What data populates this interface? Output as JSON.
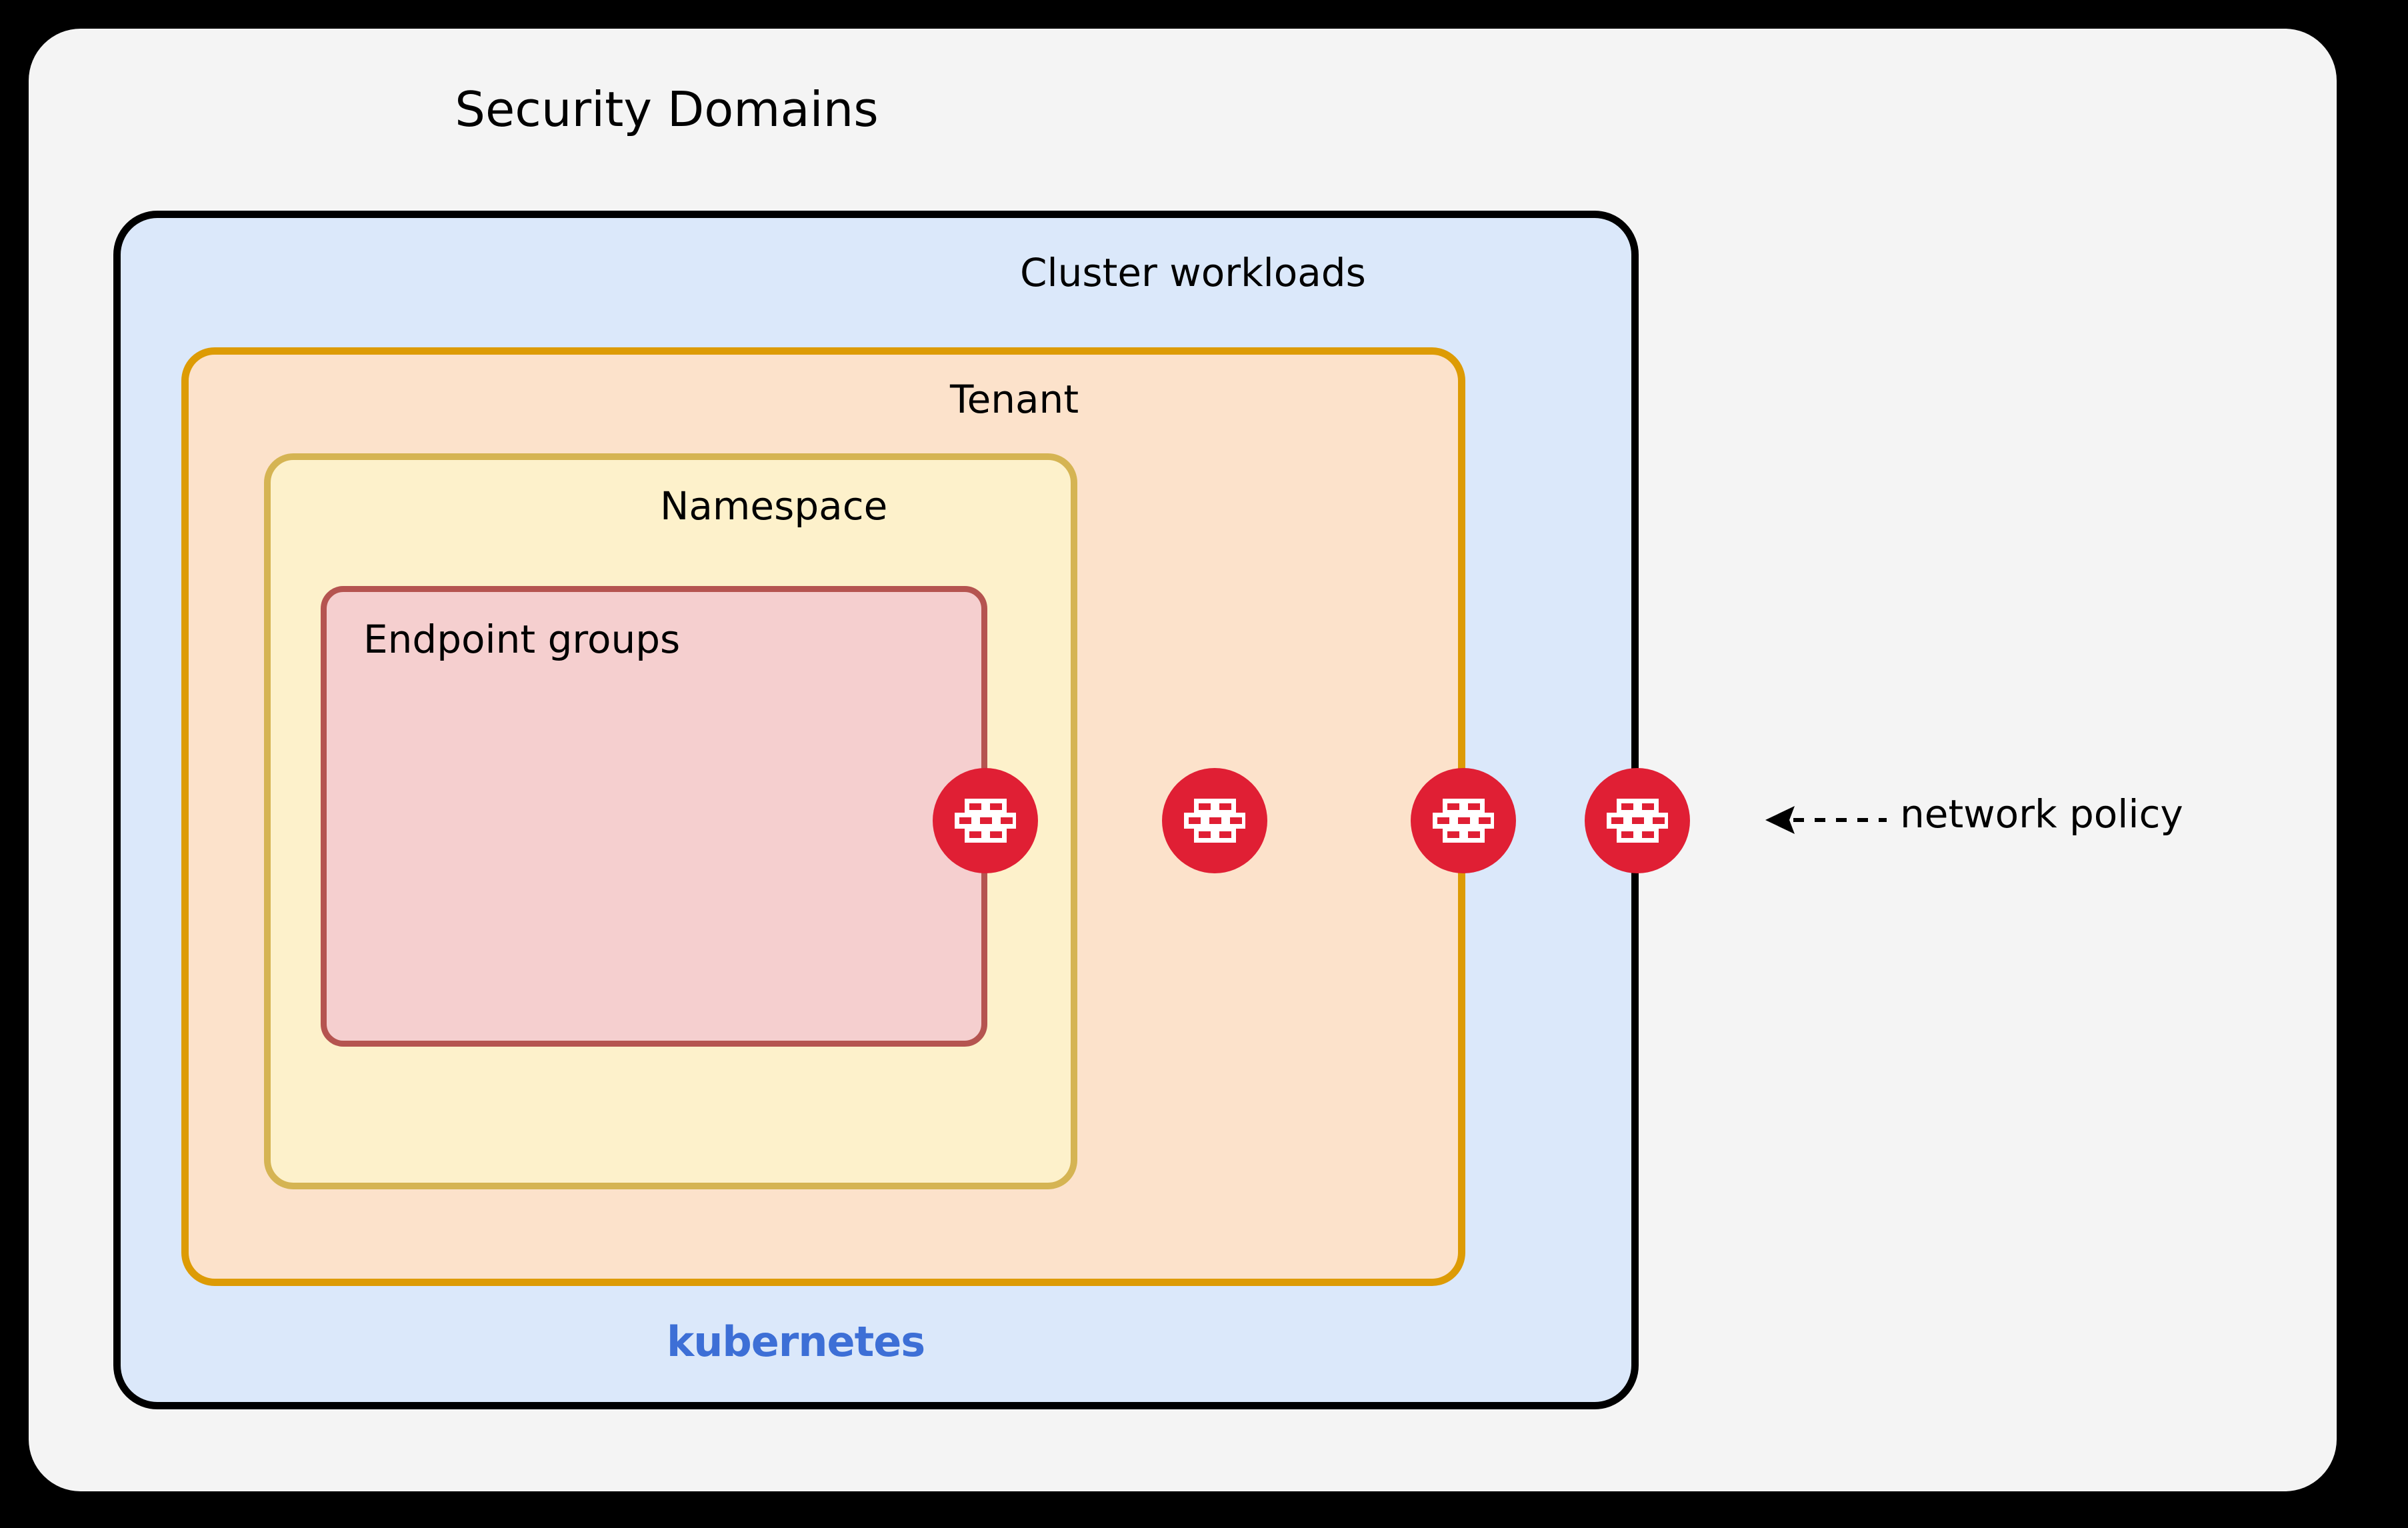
{
  "diagram": {
    "title": "Security Domains",
    "background_color": "#000000",
    "panel_color": "#f4f4f4",
    "layers": [
      {
        "key": "cluster",
        "label": "Cluster workloads",
        "fill": "#dbe8fa",
        "stroke": "#000000"
      },
      {
        "key": "tenant",
        "label": "Tenant",
        "fill": "#fce2cb",
        "stroke": "#dd9b05"
      },
      {
        "key": "namespace",
        "label": "Namespace",
        "fill": "#fdf1cb",
        "stroke": "#d5b453"
      },
      {
        "key": "endpoint",
        "label": "Endpoint groups",
        "fill": "#f5cfcf",
        "stroke": "#b55450"
      }
    ],
    "brand": {
      "label": "kubernetes",
      "color": "#3d6fd6"
    },
    "annotation": {
      "label": "network policy",
      "arrow_style": "dashed-left-arrow",
      "icon": "firewall-icon"
    },
    "policy_markers": [
      {
        "name": "firewall-icon-endpoint-boundary",
        "color": "#e01f34"
      },
      {
        "name": "firewall-icon-namespace-boundary",
        "color": "#e01f34"
      },
      {
        "name": "firewall-icon-tenant-boundary",
        "color": "#e01f34"
      },
      {
        "name": "firewall-icon-cluster-boundary",
        "color": "#e01f34"
      }
    ]
  }
}
